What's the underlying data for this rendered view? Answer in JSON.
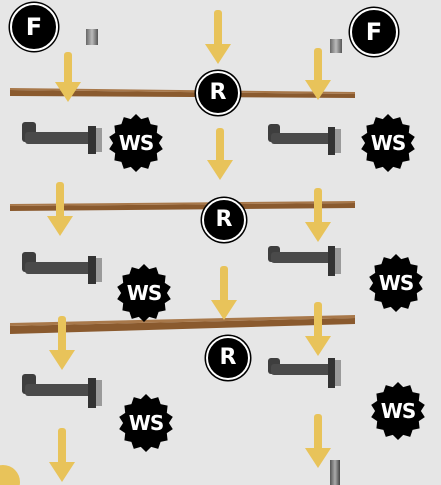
{
  "colors": {
    "background": "#e6e6e6",
    "arrow": "#e8c35a",
    "badge_fill": "#000000",
    "badge_text": "#ffffff",
    "wood": "#8a5a2e",
    "pipe": "#3e3e3e"
  },
  "labels": {
    "flange": "F",
    "reducer": "R",
    "wall_support": "WS"
  },
  "icons": [
    "down-arrow-icon",
    "wooden-shelf-board",
    "pipe-elbow-bracket",
    "starburst-badge"
  ]
}
